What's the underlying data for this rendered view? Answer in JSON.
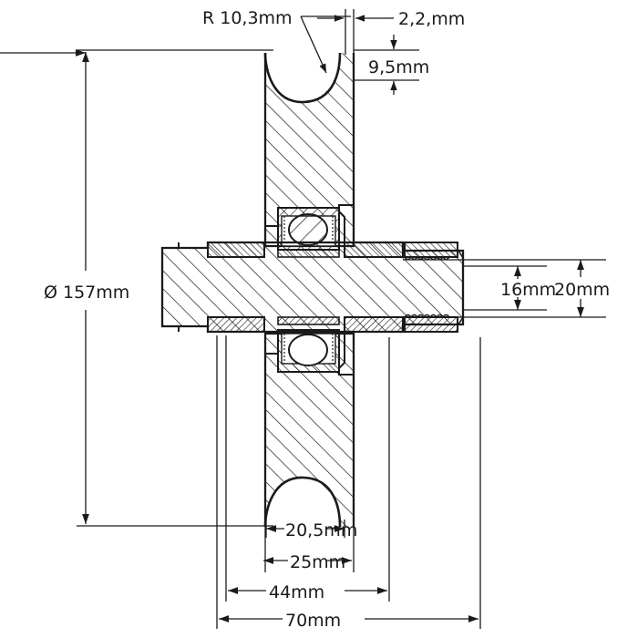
{
  "drawing": {
    "title": "Pulley wheel cross-section technical drawing",
    "units": "mm",
    "line_color": "#1a1a1a",
    "background_color": "#ffffff",
    "hatch_color": "#1a1a1a"
  },
  "dimensions": {
    "groove_radius": "R 10,3mm",
    "flange_thickness": "2,2,mm",
    "groove_depth": "9,5mm",
    "outer_diameter": "Ø 157mm",
    "hub_width_inner": "16mm",
    "hub_width_outer": "20mm",
    "groove_bottom_width": "20,5mm",
    "inner_width": "25mm",
    "body_width": "44mm",
    "overall_width": "70mm"
  },
  "labels": {
    "r_radius": "R 10,3mm",
    "flange": "2,2,mm",
    "depth": "9,5mm",
    "diameter": "Ø 157mm",
    "d16": "16mm",
    "d20": "20mm",
    "d205": "20,5mm",
    "d25": "25mm",
    "d44": "44mm",
    "d70": "70mm"
  },
  "parts": {
    "wheel_body": "pulley-wheel-body",
    "groove_top": "v-groove-top",
    "groove_bottom": "v-groove-bottom",
    "bearing_top": "ball-bearing-top",
    "bearing_bottom": "ball-bearing-bottom",
    "axle": "axle-shaft",
    "thread": "threaded-end",
    "washer_left": "washer-left",
    "washer_right": "washer-right"
  }
}
